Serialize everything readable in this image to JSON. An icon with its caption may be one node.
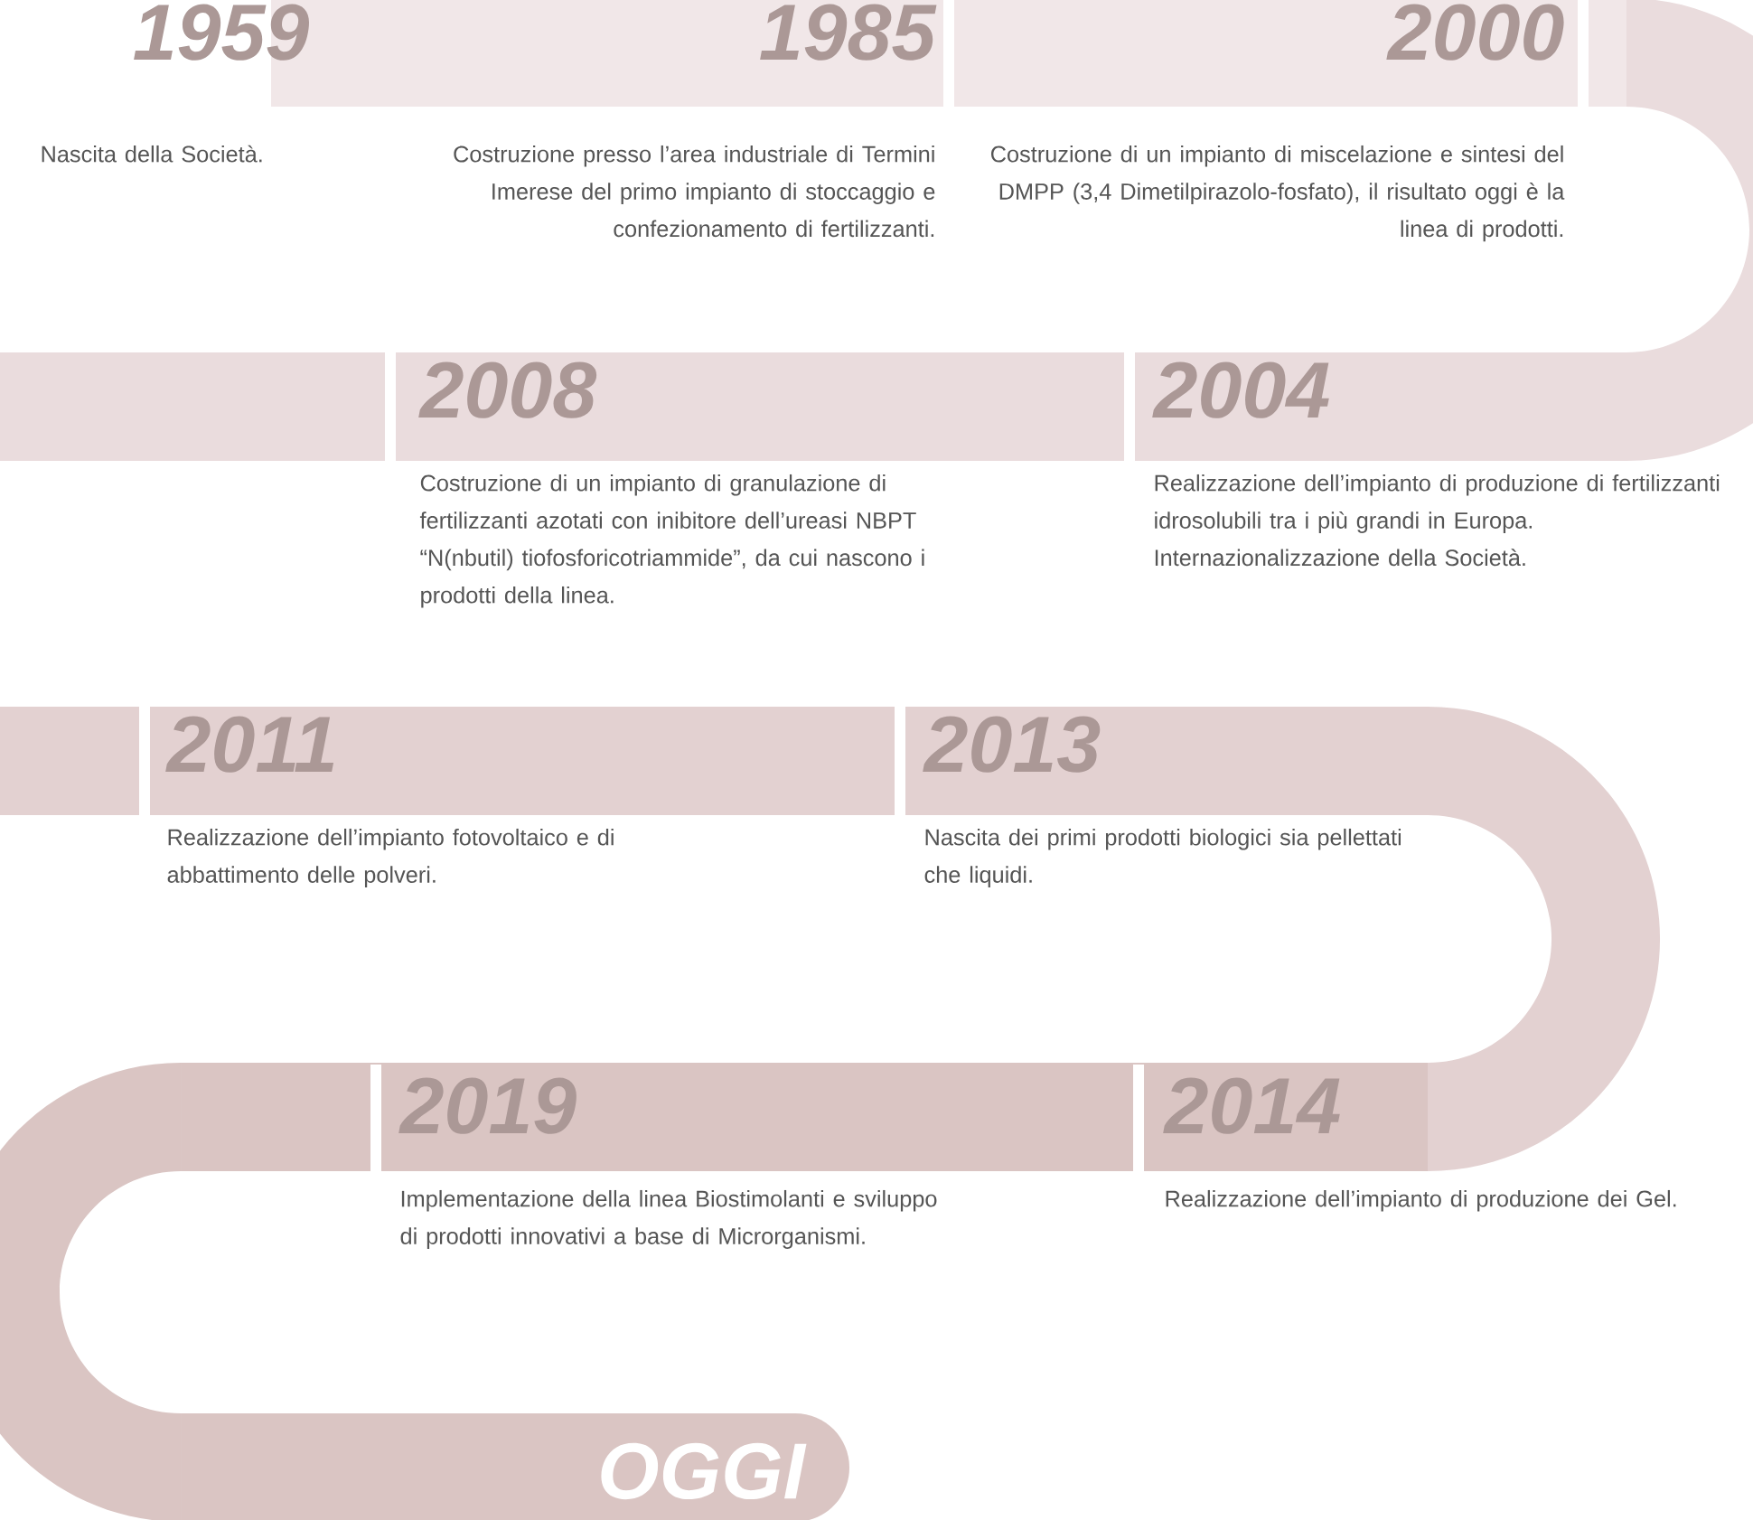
{
  "diagram": {
    "nodes": [
      {
        "text": [
          "1959",
          "Nascita della Società."
        ]
      },
      {
        "text": [
          "1985",
          "Costruzione presso l’area industriale di Termini Imerese del primo impianto di stoccaggio e confezionamento di fertilizzanti."
        ]
      },
      {
        "text": [
          "2000",
          "Costruzione di un impianto di miscelazione e sintesi del DMPP (3,4 Dimetilpirazolo-fosfato), il risultato oggi è la linea di prodotti."
        ]
      },
      {
        "text": [
          "2008",
          "Costruzione di un impianto di granulazione di fertilizzanti azotati con inibitore dell’ureasi NBPT “N(nbutil) tiofosforicotriammide”, da cui nascono i prodotti della linea."
        ]
      },
      {
        "text": [
          "2004",
          "Realizzazione dell’impianto di produzione di fertilizzanti idrosolubili tra i più grandi in Europa. Internazionalizzazione della Società."
        ]
      },
      {
        "text": [
          "2011",
          "Realizzazione dell’impianto fotovoltaico e di abbattimento delle polveri."
        ]
      },
      {
        "text": [
          "2013",
          "Nascita dei primi prodotti biologici sia pellettati che liquidi."
        ]
      },
      {
        "text": [
          "2019",
          "Implementazione della linea Biostimolanti e sviluppo di prodotti innovativi a base di Microrganismi."
        ]
      },
      {
        "text": [
          "2014",
          "Realizzazione dell’impianto di produzione dei Gel."
        ]
      },
      {
        "text": [
          "OGGI"
        ]
      }
    ]
  }
}
